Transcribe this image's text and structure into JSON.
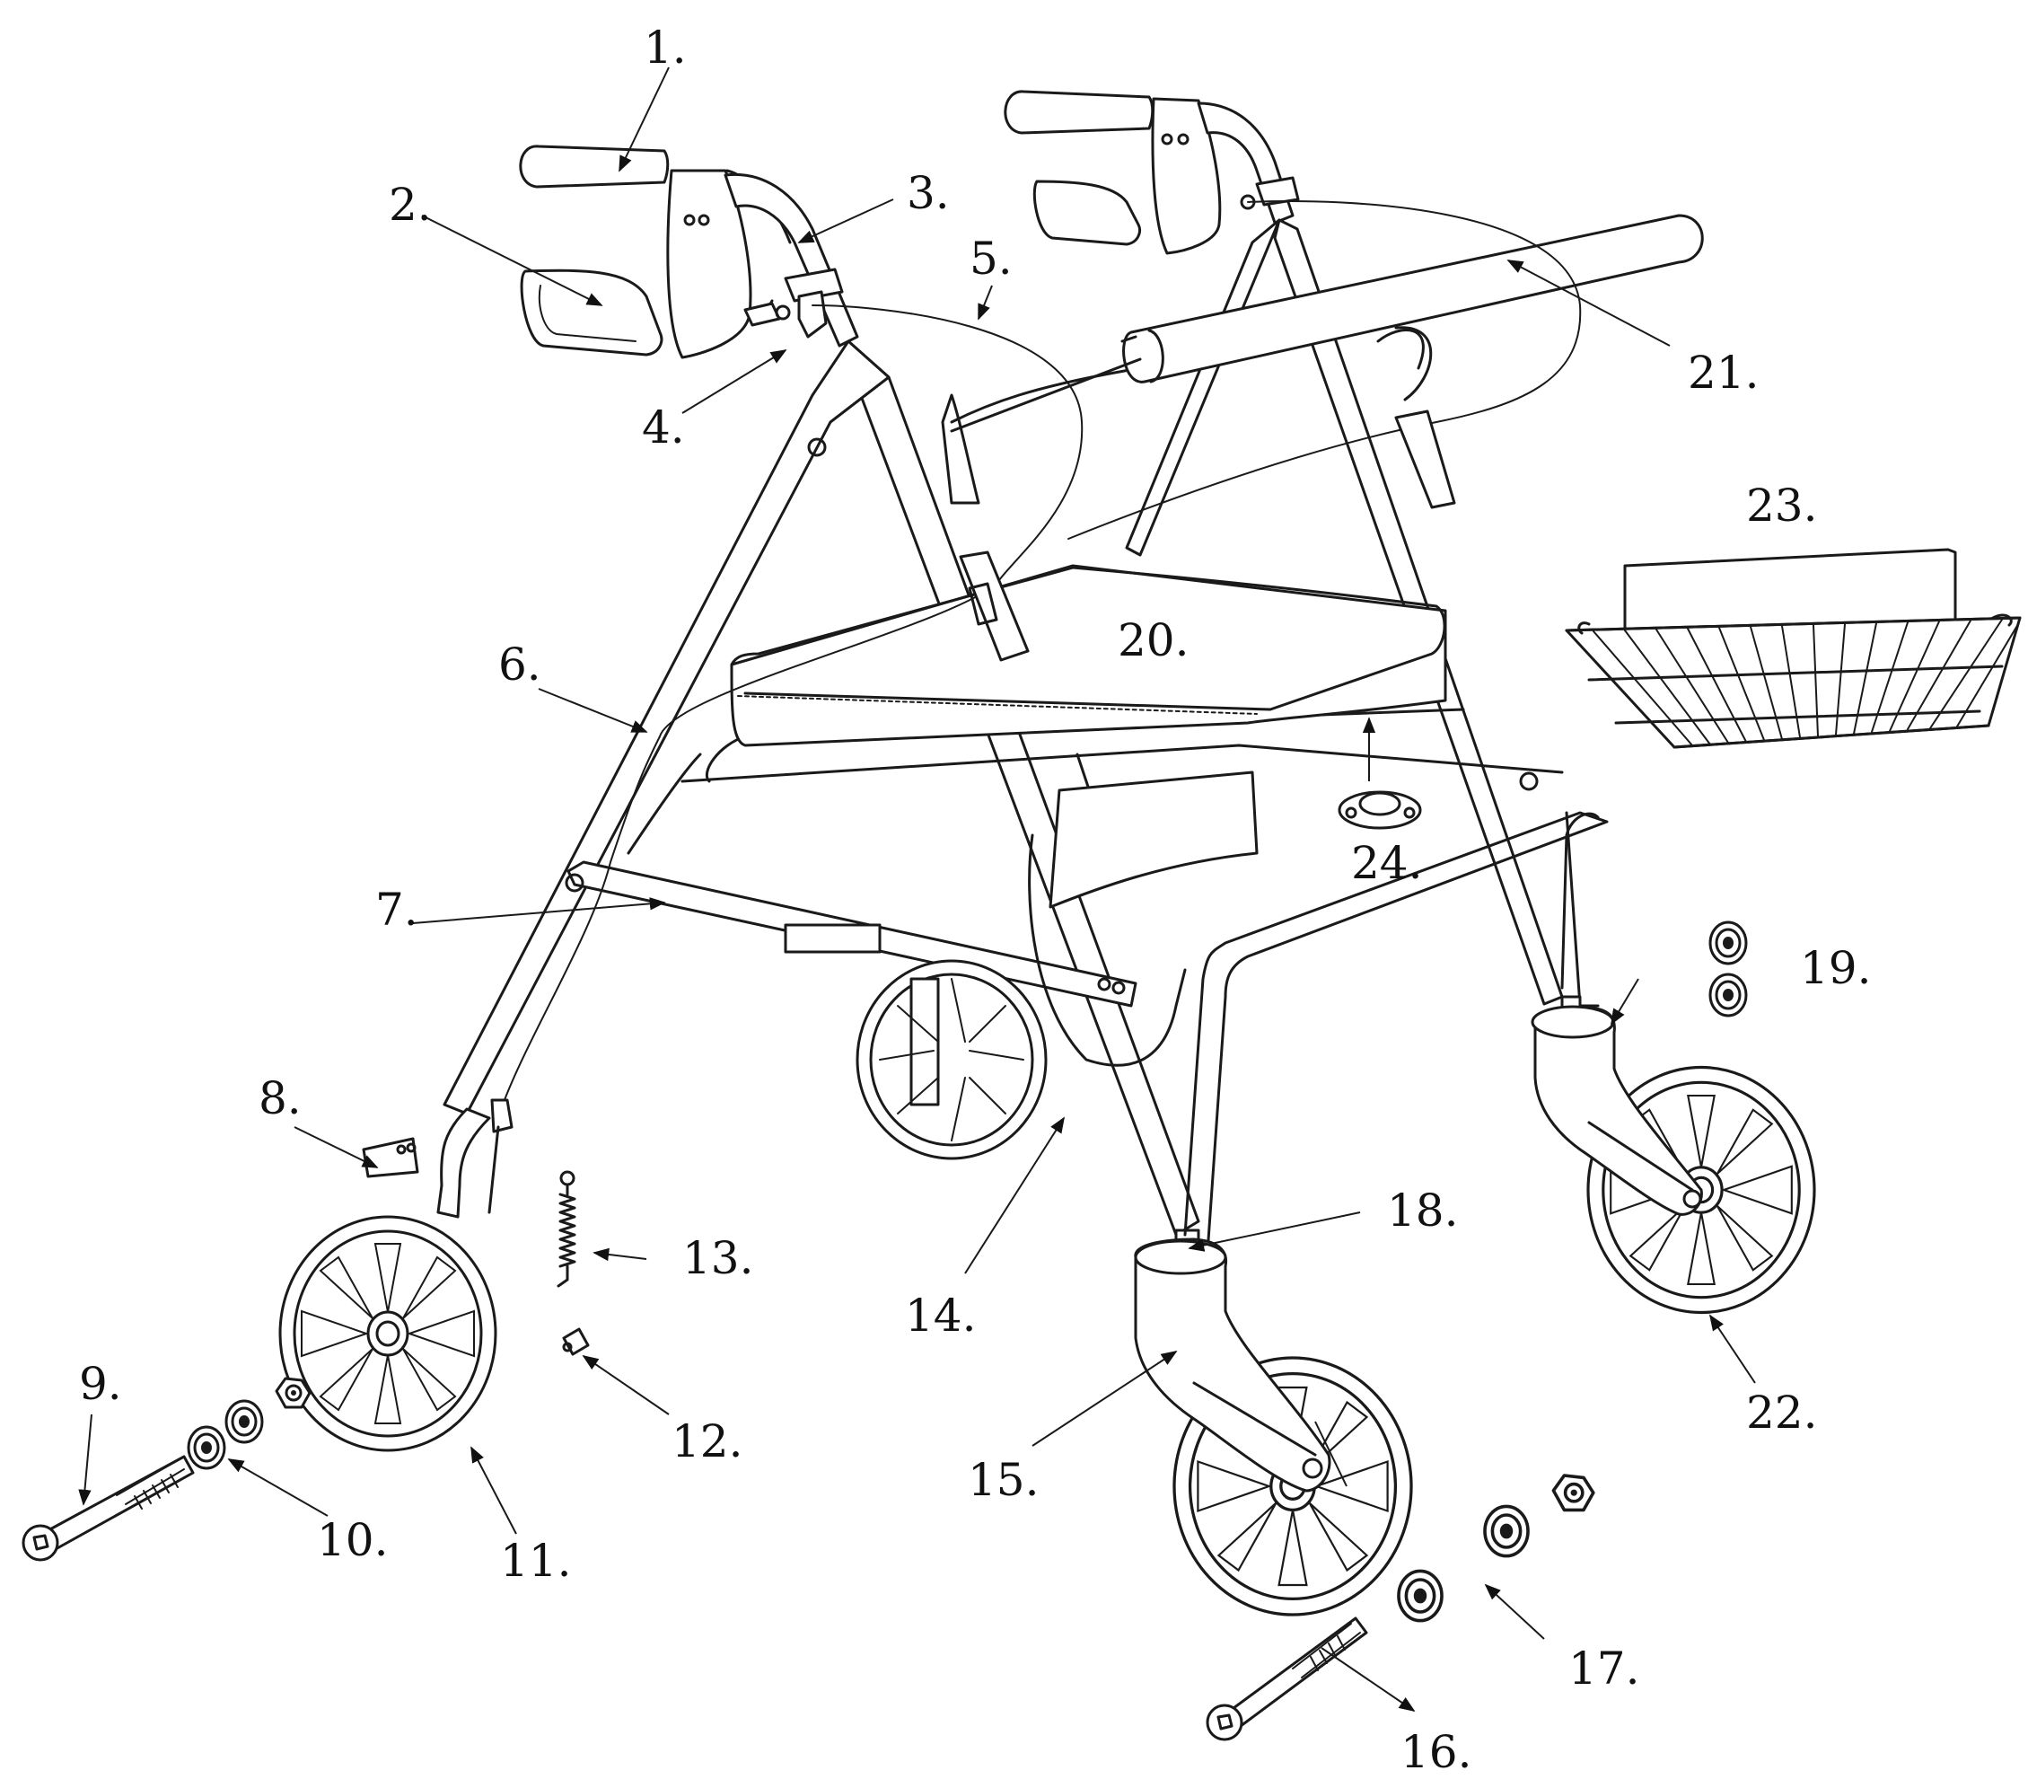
{
  "callouts": [
    {
      "id": "1",
      "text": "1."
    },
    {
      "id": "2",
      "text": "2."
    },
    {
      "id": "3",
      "text": "3."
    },
    {
      "id": "4",
      "text": "4."
    },
    {
      "id": "5",
      "text": "5."
    },
    {
      "id": "6",
      "text": "6."
    },
    {
      "id": "7",
      "text": "7."
    },
    {
      "id": "8",
      "text": "8."
    },
    {
      "id": "9",
      "text": "9."
    },
    {
      "id": "10",
      "text": "10."
    },
    {
      "id": "11",
      "text": "11."
    },
    {
      "id": "12",
      "text": "12."
    },
    {
      "id": "13",
      "text": "13."
    },
    {
      "id": "14",
      "text": "14."
    },
    {
      "id": "15",
      "text": "15."
    },
    {
      "id": "16",
      "text": "16."
    },
    {
      "id": "17",
      "text": "17."
    },
    {
      "id": "18",
      "text": "18."
    },
    {
      "id": "19",
      "text": "19."
    },
    {
      "id": "20",
      "text": "20."
    },
    {
      "id": "21",
      "text": "21."
    },
    {
      "id": "22",
      "text": "22."
    },
    {
      "id": "23",
      "text": "23."
    },
    {
      "id": "24",
      "text": "24."
    }
  ]
}
